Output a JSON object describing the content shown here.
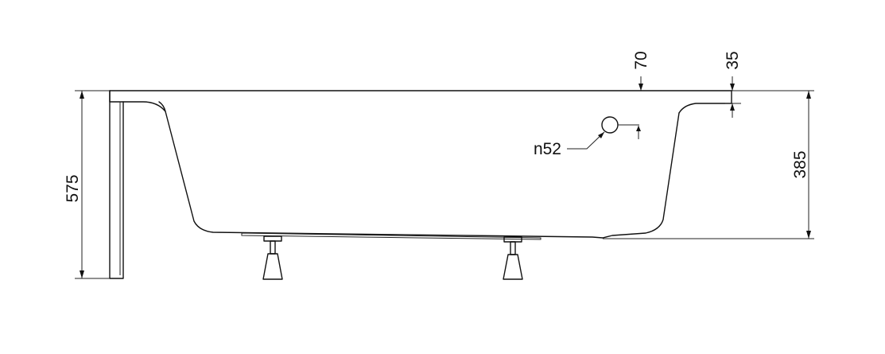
{
  "dimensions": {
    "overall_height": "575",
    "inner_depth": "385",
    "overflow_offset": "70",
    "rim_thickness": "35",
    "overflow_hole": "n52"
  },
  "colors": {
    "line": "#111111",
    "background": "#ffffff"
  }
}
